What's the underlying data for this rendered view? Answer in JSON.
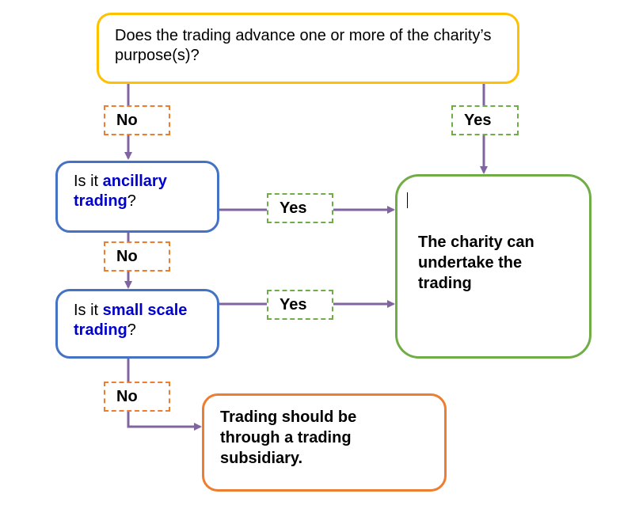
{
  "top_question": "Does the trading advance one or more of the charity’s purpose(s)?",
  "q_ancillary": {
    "prefix": "Is it ",
    "highlight": "ancillary trading",
    "suffix": "?"
  },
  "q_small_scale": {
    "prefix": "Is it ",
    "highlight": "small scale trading",
    "suffix": "?"
  },
  "result_undertake": "The charity can undertake the trading",
  "result_subsidiary": "Trading should be through a trading subsidiary.",
  "labels": {
    "no": "No",
    "yes": "Yes"
  },
  "colors": {
    "arrow": "#8064A2",
    "question_border": "#4472C4",
    "top_border": "#FFC000",
    "yes_border": "#70AD47",
    "no_border": "#ED7D31",
    "highlight_text": "#0000CC"
  }
}
